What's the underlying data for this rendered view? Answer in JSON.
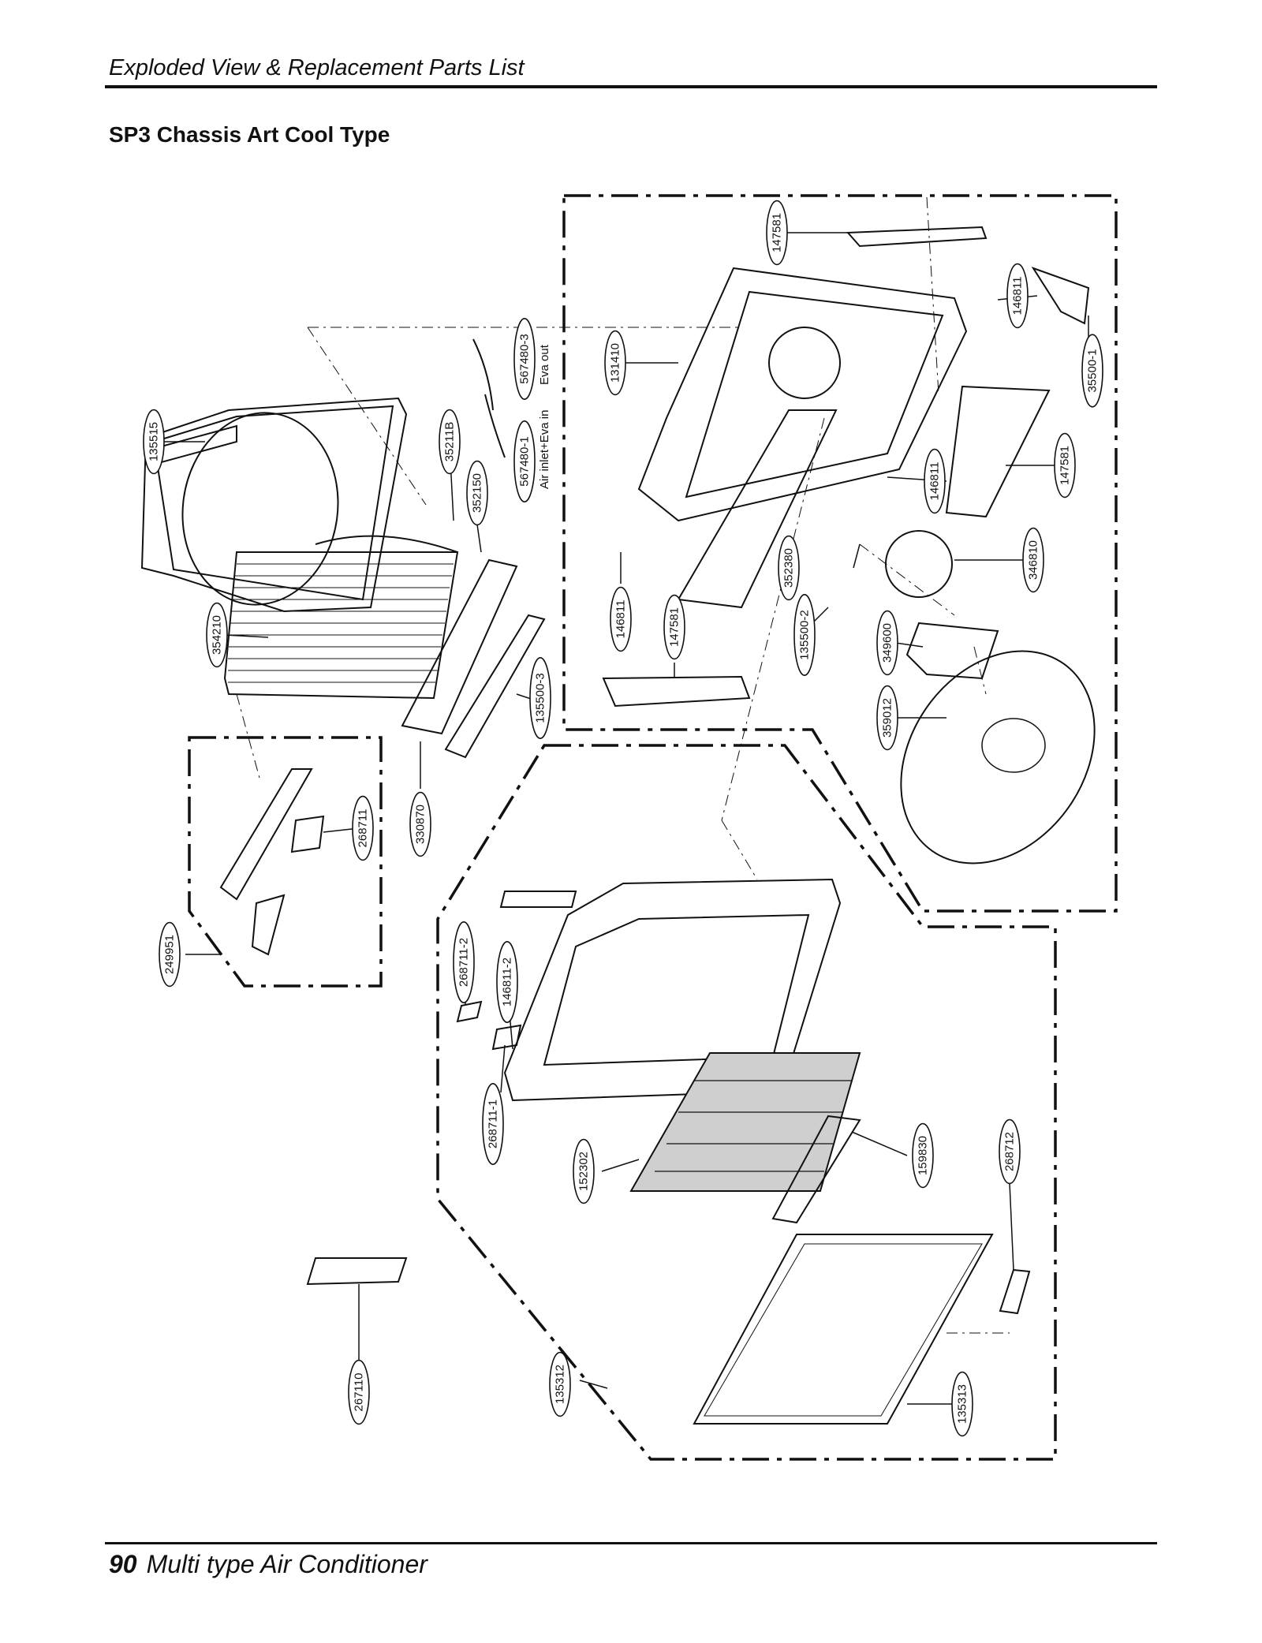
{
  "header": {
    "section": "Exploded View & Replacement Parts List"
  },
  "title": "SP3 Chassis Art Cool Type",
  "footer": {
    "page_number": "90",
    "document_title": "Multi type Air Conditioner"
  },
  "parts": [
    {
      "id": "p135515",
      "label": "135515"
    },
    {
      "id": "p354210",
      "label": "354210"
    },
    {
      "id": "p35211B",
      "label": "35211B"
    },
    {
      "id": "p352150",
      "label": "352150"
    },
    {
      "id": "p567480_3",
      "label": "567480-3"
    },
    {
      "id": "p567480_1",
      "label": "567480-1"
    },
    {
      "id": "p131410",
      "label": "131410"
    },
    {
      "id": "p147581_top",
      "label": "147581"
    },
    {
      "id": "p146811_top",
      "label": "146811"
    },
    {
      "id": "p35500_1",
      "label": "35500-1"
    },
    {
      "id": "p147581_right",
      "label": "147581"
    },
    {
      "id": "p146811_mid",
      "label": "146811"
    },
    {
      "id": "p346810",
      "label": "346810"
    },
    {
      "id": "p146811_left",
      "label": "146811"
    },
    {
      "id": "p147581_bottom",
      "label": "147581"
    },
    {
      "id": "p352380",
      "label": "352380"
    },
    {
      "id": "p135500_2",
      "label": "135500-2"
    },
    {
      "id": "p349600",
      "label": "349600"
    },
    {
      "id": "p359012",
      "label": "359012"
    },
    {
      "id": "p135500_3",
      "label": "135500-3"
    },
    {
      "id": "p330870",
      "label": "330870"
    },
    {
      "id": "p268711",
      "label": "268711"
    },
    {
      "id": "p249951",
      "label": "249951"
    },
    {
      "id": "p268711_2",
      "label": "268711-2"
    },
    {
      "id": "p146811_2",
      "label": "146811-2"
    },
    {
      "id": "p268711_1",
      "label": "268711-1"
    },
    {
      "id": "p152302",
      "label": "152302"
    },
    {
      "id": "p159830",
      "label": "159830"
    },
    {
      "id": "p268712",
      "label": "268712"
    },
    {
      "id": "p267110",
      "label": "267110"
    },
    {
      "id": "p135312",
      "label": "135312"
    },
    {
      "id": "p135313",
      "label": "135313"
    }
  ],
  "notes": {
    "air_inlet": "Air inlet+Eva in",
    "eva_out": "Eva out"
  }
}
